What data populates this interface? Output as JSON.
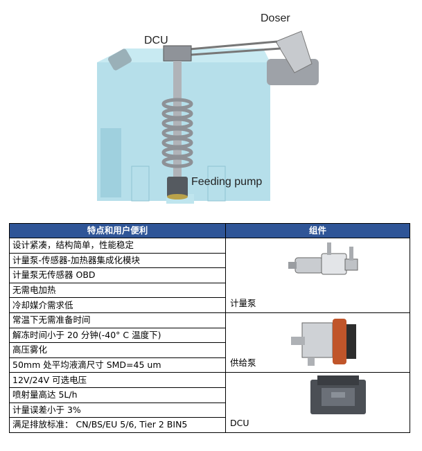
{
  "diagram": {
    "labels": {
      "doser": "Doser",
      "dcu": "DCU",
      "feeding_pump": "Feeding pump"
    }
  },
  "table": {
    "headers": [
      "特点和用户便利",
      "组件"
    ],
    "groups": [
      {
        "features": [
          "设计紧凑，结构简单，性能稳定",
          "计量泵-传感器-加热器集成化模块",
          "计量泵无传感器 OBD",
          "无需电加热",
          "冷却媒介需求低"
        ],
        "component": "计量泵"
      },
      {
        "features": [
          "常温下无需准备时间",
          "解冻时间小于 20  分钟(-40° C 温度下)",
          "高压雾化",
          "50mm 处平均液滴尺寸 SMD=45 um"
        ],
        "component": "供给泵"
      },
      {
        "features": [
          "12V/24V 可选电压",
          "喷射量高达 5L/h",
          "计量误差小于 3%",
          "满足排放标准：  CN/BS/EU 5/6,     Tier 2 BIN5"
        ],
        "component": "DCU"
      }
    ]
  },
  "colors": {
    "header_bg": "#2f5597",
    "tank": "#aedce8",
    "steel": "#b0b3b8"
  },
  "icons": [
    "metering-pump-image",
    "supply-pump-image",
    "dcu-unit-image"
  ]
}
